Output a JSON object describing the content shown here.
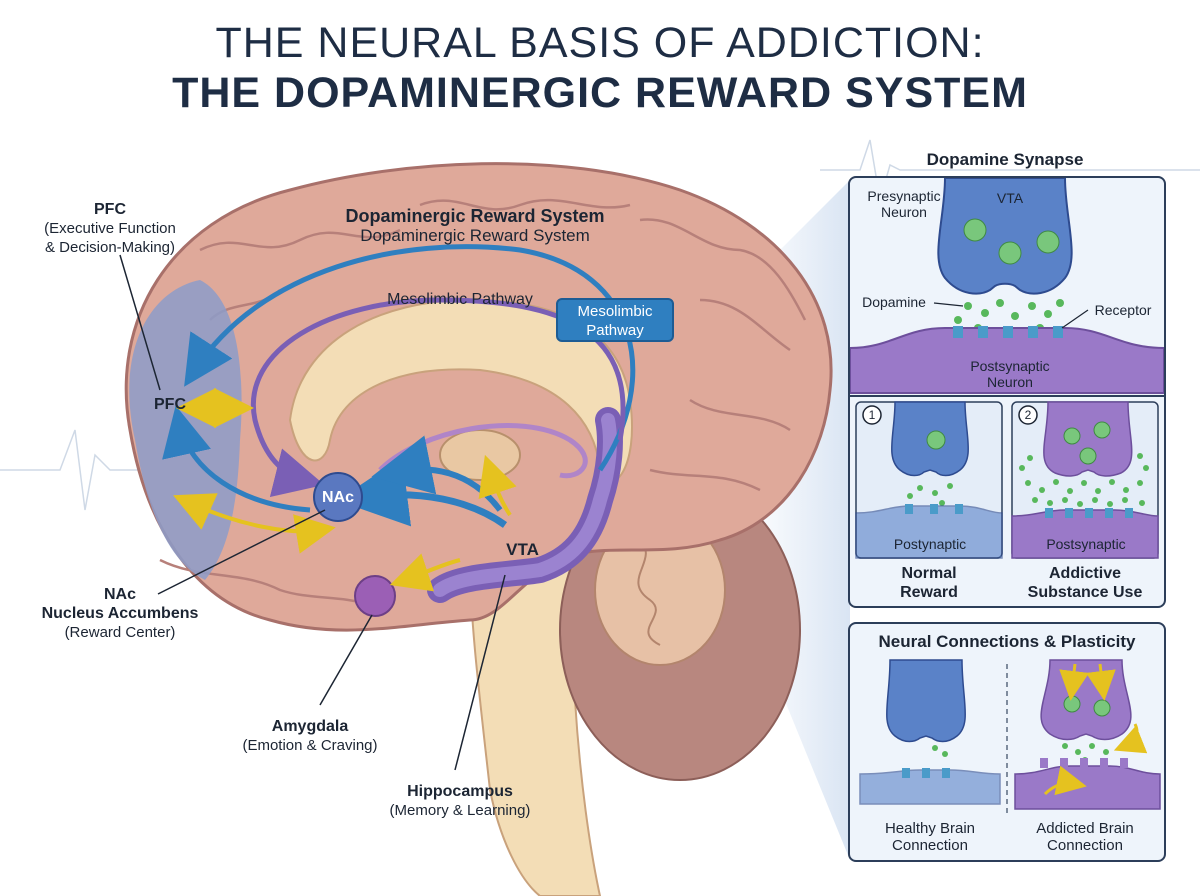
{
  "title": {
    "line1": "THE NEURAL BASIS OF ADDICTION:",
    "line2": "THE DOPAMINERGIC REWARD SYSTEM"
  },
  "brain": {
    "reward_system_bold": "Dopaminergic Reward System",
    "reward_system_sub": "Dopaminergic Reward System",
    "mesolimbic_label": "Mesolimbic Pathway",
    "mesolimbic_box": "Mesolimbic Pathway",
    "pfc_inside": "PFC",
    "nac_inside": "NAc",
    "vta_inside": "VTA"
  },
  "labels": {
    "pfc": {
      "name": "PFC",
      "desc_line1": "(Executive Function",
      "desc_line2": "& Decision-Making)"
    },
    "nac": {
      "abbr": "NAc",
      "name": "Nucleus Accumbens",
      "desc": "(Reward Center)"
    },
    "amygdala": {
      "name": "Amygdala",
      "desc": "(Emotion & Craving)"
    },
    "hippocampus": {
      "name": "Hippocampus",
      "desc": "(Memory & Learning)"
    }
  },
  "synapse_panel": {
    "title": "Dopamine Synapse",
    "presynaptic_line1": "Presynaptic",
    "presynaptic_line2": "Neuron",
    "vta": "VTA",
    "dopamine": "Dopamine",
    "receptor": "Receptor",
    "postsynaptic_line1": "Postsynaptic",
    "postsynaptic_line2": "Neuron",
    "normal": {
      "number": "1",
      "post": "Postynaptic",
      "caption_line1": "Normal",
      "caption_line2": "Reward"
    },
    "addictive": {
      "number": "2",
      "post": "Postsynaptic",
      "caption_line1": "Addictive",
      "caption_line2": "Substance Use"
    }
  },
  "plasticity_panel": {
    "title": "Neural Connections & Plasticity",
    "healthy_line1": "Healthy Brain",
    "healthy_line2": "Connection",
    "addicted_line1": "Addicted Brain",
    "addicted_line2": "Connection"
  },
  "colors": {
    "brain_pink": "#dfa99a",
    "pfc_blue": "#8d9cc9",
    "pathway_blue": "#2f7fc0",
    "pathway_purple": "#7a5fb5",
    "arrow_yellow": "#f2d43a",
    "dopamine_green": "#58b85c",
    "title_navy": "#1e2d44"
  }
}
